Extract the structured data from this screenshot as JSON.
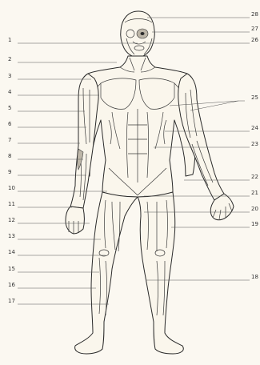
{
  "callouts_left": [
    "1",
    "2",
    "3",
    "4",
    "5",
    "6",
    "7",
    "8",
    "9",
    "10",
    "11",
    "12",
    "13",
    "14",
    "15",
    "16",
    "17"
  ],
  "callouts_right": [
    "28",
    "27",
    "26",
    "25",
    "24",
    "23",
    "22",
    "21",
    "20",
    "19",
    "18"
  ]
}
